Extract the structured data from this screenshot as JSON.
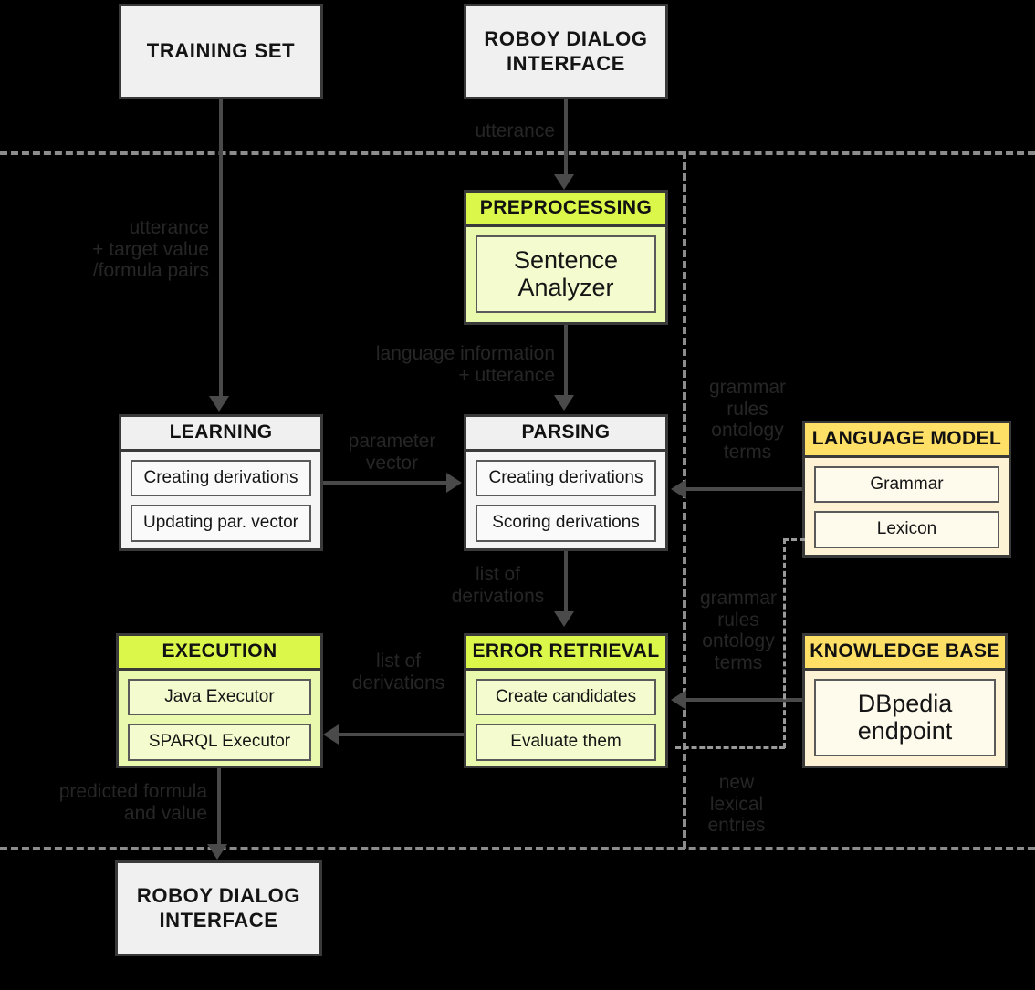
{
  "diagram": {
    "title": "Roboy semantic parsing system architecture",
    "background_color": "#000000",
    "palette": {
      "grey_header": "#f0f0f0",
      "green_header": "#dbf74a",
      "green_body": "#e9f9ae",
      "yellow_header": "#ffe066",
      "yellow_body": "#fdf3d4",
      "border": "#3a3a3a",
      "connector": "#4a4a4a",
      "boundary_dash": "#8c8c8c",
      "label_text": "#262626"
    }
  },
  "endpoints": {
    "training_set": "TRAINING SET",
    "roboy_dialog_top": "ROBOY DIALOG\nINTERFACE",
    "roboy_dialog_bottom": "ROBOY DIALOG\nINTERFACE"
  },
  "modules": {
    "preprocessing": {
      "header": "PREPROCESSING",
      "theme": "green",
      "items": [
        "Sentence\nAnalyzer"
      ]
    },
    "learning": {
      "header": "LEARNING",
      "theme": "grey",
      "items": [
        "Creating derivations",
        "Updating par. vector"
      ]
    },
    "parsing": {
      "header": "PARSING",
      "theme": "grey",
      "items": [
        "Creating derivations",
        "Scoring derivations"
      ]
    },
    "language_model": {
      "header": "LANGUAGE MODEL",
      "theme": "yellow",
      "items": [
        "Grammar",
        "Lexicon"
      ]
    },
    "execution": {
      "header": "EXECUTION",
      "theme": "green",
      "items": [
        "Java Executor",
        "SPARQL Executor"
      ]
    },
    "error_retrieval": {
      "header": "ERROR RETRIEVAL",
      "theme": "green",
      "items": [
        "Create candidates",
        "Evaluate them"
      ]
    },
    "knowledge_base": {
      "header": "KNOWLEDGE BASE",
      "theme": "yellow",
      "items": [
        "DBpedia\nendpoint"
      ]
    }
  },
  "edge_labels": {
    "utterance_top": "utterance",
    "training_to_learning": "utterance\n+ target value\n/formula pairs",
    "preproc_to_parsing": "language information\n+ utterance",
    "learning_to_parsing": "parameter\nvector",
    "lm_to_parsing": "grammar\nrules\nontology\nterms",
    "parsing_to_error": "list of\nderivations",
    "error_to_execution": "list of\nderivations",
    "kb_to_error": "grammar\nrules\nontology\nterms",
    "error_to_lexicon": "new\nlexical\nentries",
    "execution_to_roboy": "predicted formula\nand value"
  }
}
